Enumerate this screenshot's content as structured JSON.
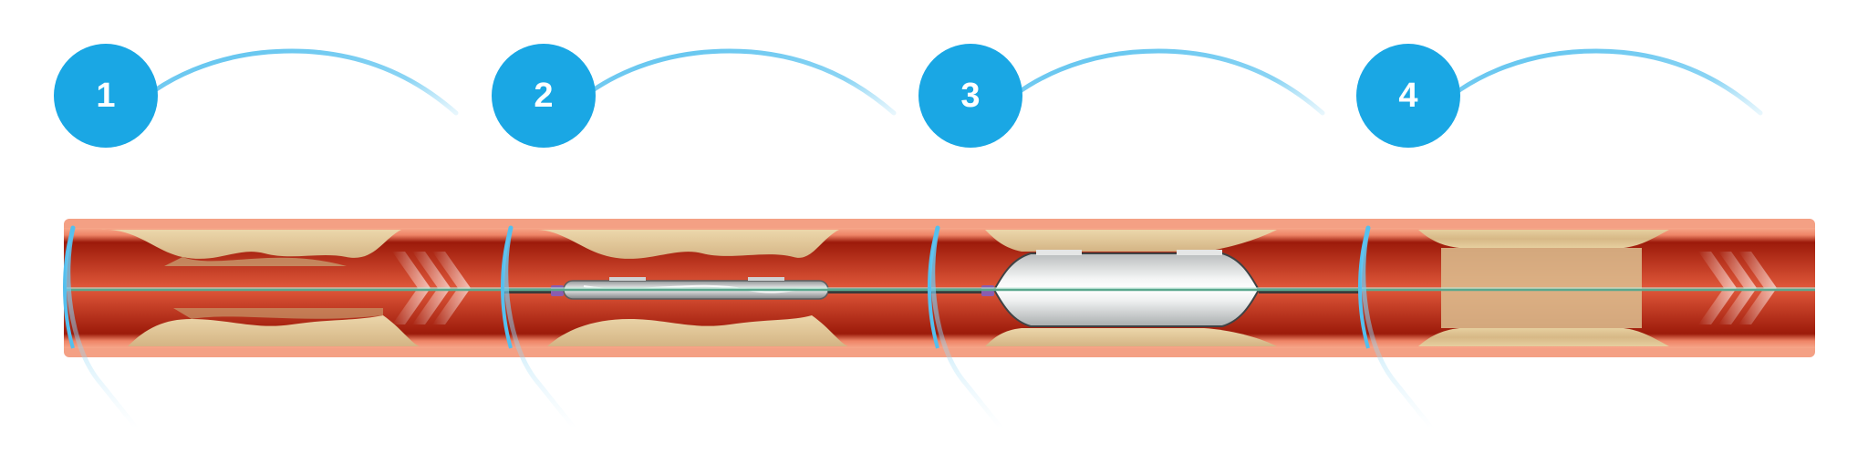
{
  "steps": [
    {
      "number": "1",
      "stage": "lesion"
    },
    {
      "number": "2",
      "stage": "balloon-positioned"
    },
    {
      "number": "3",
      "stage": "balloon-inflated"
    },
    {
      "number": "4",
      "stage": "lumen-restored"
    }
  ],
  "colors": {
    "badge": "#1aa7e4",
    "vessel_wall_outer": "#f08a6a",
    "vessel_wall_inner": "#c0391f",
    "vessel_dark": "#7a1206",
    "plaque": "#e3cc9c",
    "plaque_shadow": "#c9a877",
    "guidewire": "#5aa88e",
    "catheter": "#3a3a3a",
    "balloon": "#d8dadb",
    "marker": "#8a5cb0",
    "lens_ring": "#54bfee"
  }
}
